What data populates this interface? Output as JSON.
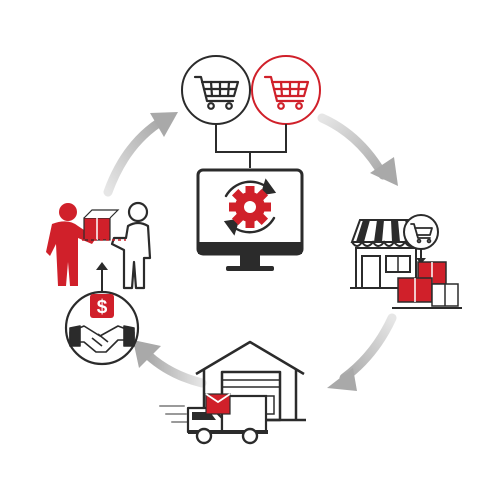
{
  "diagram": {
    "type": "circular-process-cycle",
    "nodes": [
      {
        "id": "carts",
        "icons": [
          "shopping-cart-icon",
          "shopping-cart-icon"
        ],
        "colors": [
          "#2b2b2b",
          "#d0202a"
        ]
      },
      {
        "id": "automation",
        "icons": [
          "monitor-icon",
          "gear-icon",
          "refresh-arrows-icon"
        ]
      },
      {
        "id": "store",
        "icons": [
          "storefront-icon",
          "cart-bubble-icon",
          "boxes-icon"
        ]
      },
      {
        "id": "warehouse",
        "icons": [
          "warehouse-icon",
          "delivery-truck-icon",
          "package-icon"
        ]
      },
      {
        "id": "payment",
        "icons": [
          "dollar-icon",
          "handshake-icon"
        ]
      },
      {
        "id": "handover",
        "icons": [
          "person-icon",
          "package-icon",
          "person-icon"
        ]
      }
    ],
    "flow": [
      "carts",
      "store",
      "warehouse",
      "payment",
      "handover",
      "carts"
    ]
  },
  "colors": {
    "accent": "#d0202a",
    "ink": "#2b2b2b",
    "arrow": "#b9b9b9",
    "dollar": "#ffffff"
  },
  "labels": {
    "dollar": "$"
  }
}
